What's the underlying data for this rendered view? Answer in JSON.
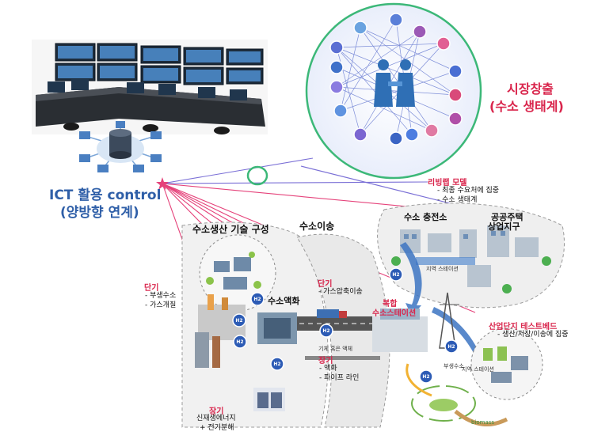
{
  "titles": {
    "ict_line1": "ICT 활용 control",
    "ict_line2": "(양방향 연계)",
    "market_line1": "시장창출",
    "market_line2": "(수소 생태계)"
  },
  "headings": {
    "production": "수소생산 기술 구성",
    "transport": "수소이송"
  },
  "sections": {
    "short_term_left": {
      "title": "단기",
      "items": [
        "- 부생수소",
        "- 가스개질"
      ]
    },
    "long_term_left": {
      "title": "장기",
      "items": [
        "신재생에너지",
        "+ 전기분해"
      ]
    },
    "short_term_mid": {
      "title": "단기",
      "items": [
        "- 가스압축이송"
      ]
    },
    "long_term_mid": {
      "title": "장기",
      "items": [
        "- 액화",
        "- 파이프 라인"
      ]
    },
    "living_lab": {
      "title": "리빙랩 모델",
      "items": [
        "- 최종 수요처에 집중",
        "- 수소 생태계"
      ]
    },
    "industrial": {
      "title": "산업단지 테스트베드",
      "items": [
        "- 생산/저장/이송에 집중"
      ]
    }
  },
  "labels": {
    "liquefaction": "수소액화",
    "charging_station": "수소 충전소",
    "housing_1": "공공주택",
    "housing_2": "상업지구",
    "local_station_top": "지역 스테이션",
    "complex_1": "복합",
    "complex_2": "수소스테이션",
    "byproduct": "부생수소",
    "local_station_bottom": "지역 스테이션",
    "gas_liquid": "기체 혹은 액체",
    "biomass": "biomass",
    "h2": "H2"
  },
  "colors": {
    "blue_title": "#2f5fa8",
    "red_title": "#d9254c",
    "h2_badge": "#2c5bb5",
    "link_line": "#e5427a",
    "link_line_2": "#7a6fd6"
  }
}
